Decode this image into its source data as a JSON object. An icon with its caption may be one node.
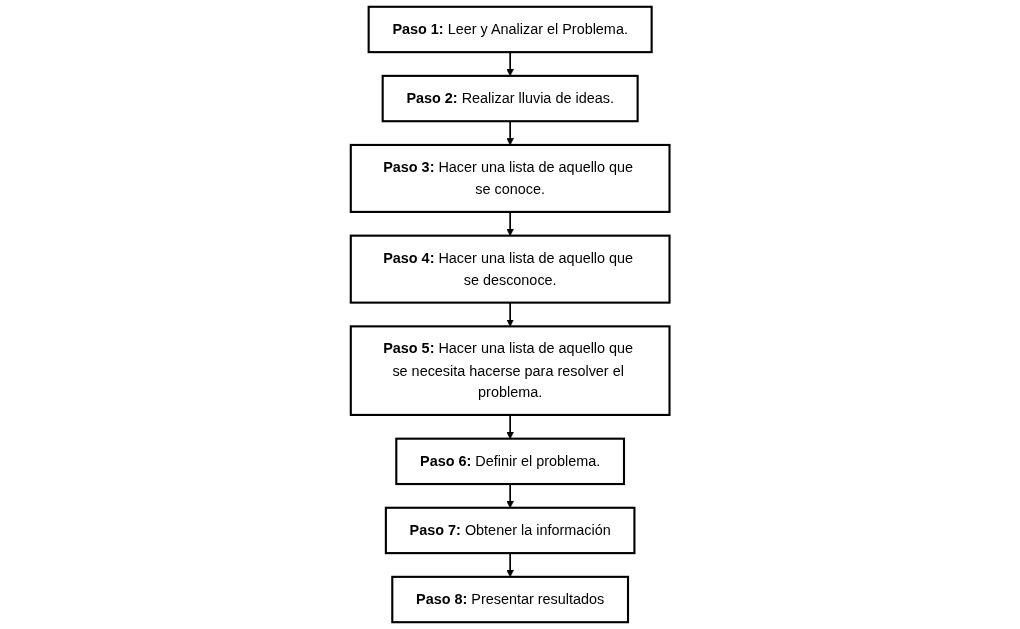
{
  "diagram": {
    "nodes": [
      {
        "text": [
          "**Paso 1:** Leer y Analizar el Problema."
        ]
      },
      {
        "text": [
          "**Paso 2:** Realizar lluvia de ideas."
        ]
      },
      {
        "text": [
          "**Paso 3:** Hacer una lista de aquello que se conoce."
        ]
      },
      {
        "text": [
          "**Paso 4:** Hacer una lista de aquello que se desconoce."
        ]
      },
      {
        "text": [
          "**Paso 5:** Hacer una lista de aquello que se necesita hacerse para resolver el problema."
        ]
      },
      {
        "text": [
          "**Paso 6:** Definir el problema."
        ]
      },
      {
        "text": [
          "**Paso 7:** Obtener la información"
        ]
      },
      {
        "text": [
          "**Paso 8:** Presentar resultados"
        ]
      }
    ],
    "edges": [
      {
        "from": 0,
        "to": 1,
        "arrow": "to"
      },
      {
        "from": 1,
        "to": 2,
        "arrow": "to"
      },
      {
        "from": 2,
        "to": 3,
        "arrow": "to"
      },
      {
        "from": 3,
        "to": 4,
        "arrow": "to"
      },
      {
        "from": 4,
        "to": 5,
        "arrow": "to"
      },
      {
        "from": 5,
        "to": 6,
        "arrow": "to"
      },
      {
        "from": 6,
        "to": 7,
        "arrow": "to"
      }
    ]
  }
}
